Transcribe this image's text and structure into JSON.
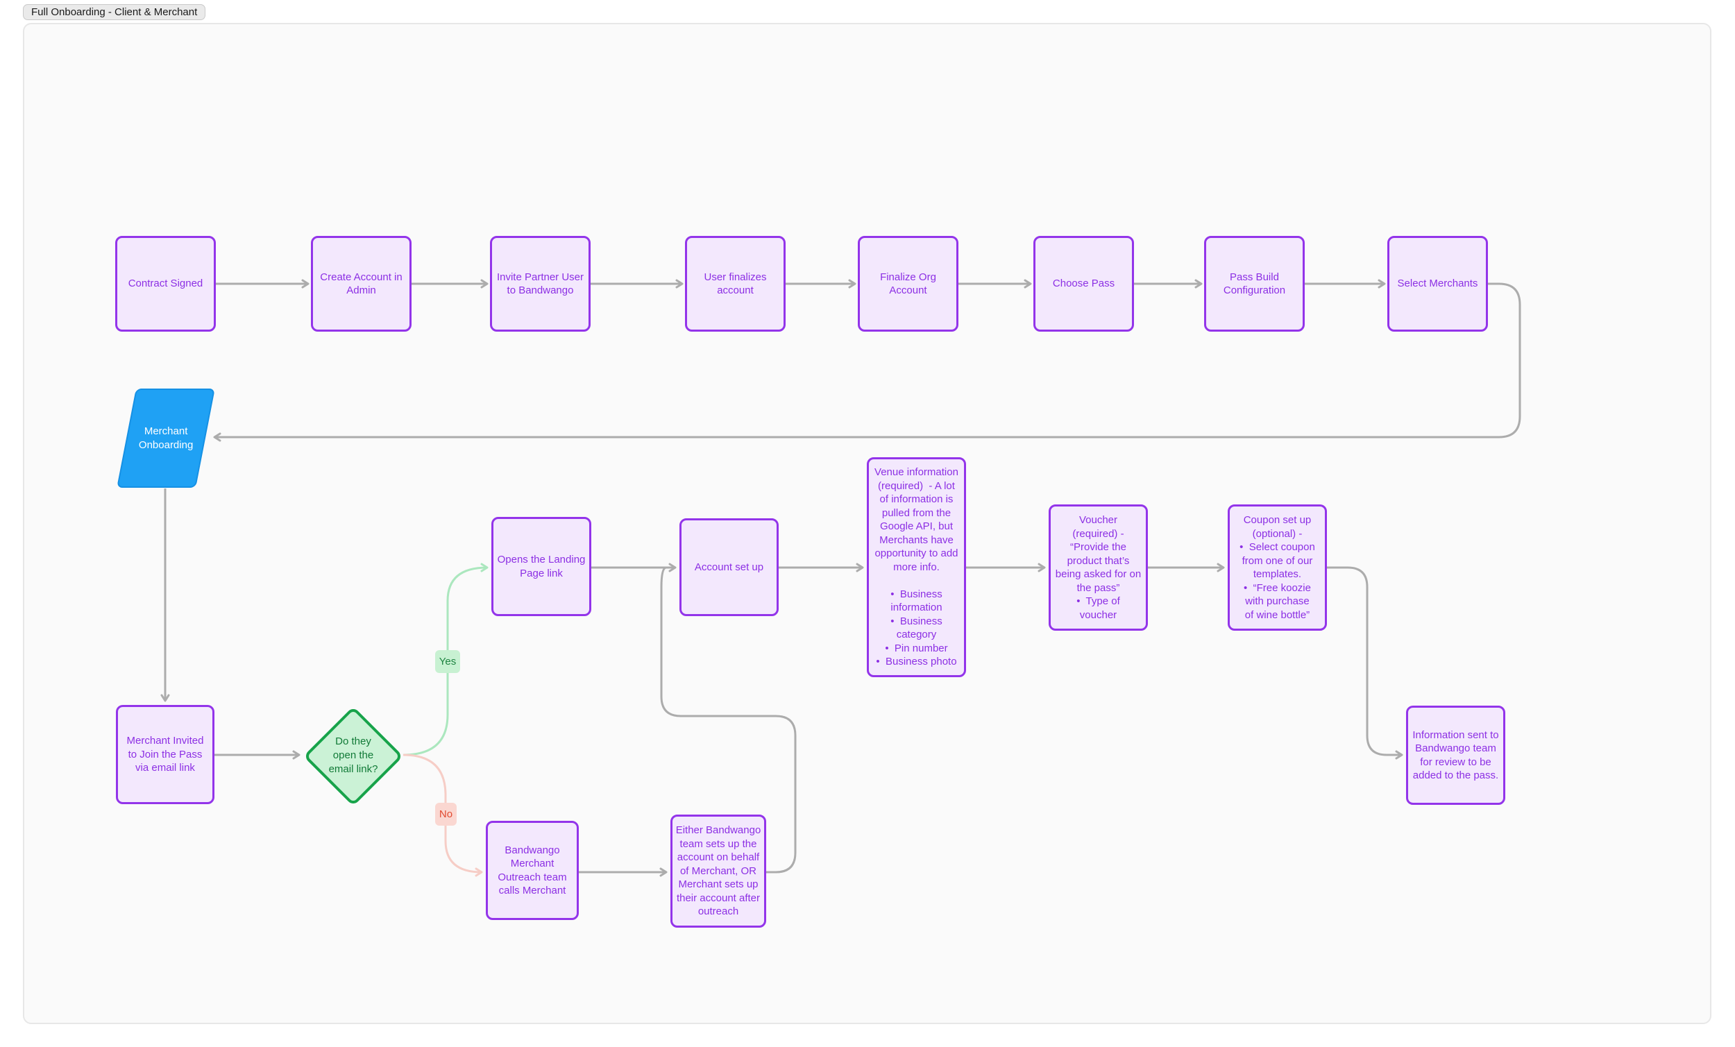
{
  "title": "Full Onboarding - Client & Merchant",
  "colors": {
    "canvas_bg": "#fafafa",
    "purple_fill": "#f3e8fd",
    "purple_border": "#9334ea",
    "purple_text": "#8c2fe4",
    "blue_fill": "#1fa1f4",
    "green_border": "#17a34a",
    "green_fill": "#cbf2d6",
    "green_text": "#117a37",
    "yes_badge_bg": "#c8f1d2",
    "yes_badge_text": "#1f8441",
    "no_badge_bg": "#fad7d1",
    "no_badge_text": "#e14b31",
    "connector_gray": "#acacac",
    "connector_green": "#abe7be",
    "connector_red": "#f6cdc6"
  },
  "nodes": {
    "contract_signed": {
      "label": "Contract Signed"
    },
    "create_account": {
      "label": "Create Account in\nAdmin"
    },
    "invite_partner": {
      "label": "Invite Partner User\nto Bandwango"
    },
    "user_finalizes": {
      "label": "User finalizes\naccount"
    },
    "finalize_org": {
      "label": "Finalize Org\nAccount"
    },
    "choose_pass": {
      "label": "Choose Pass"
    },
    "pass_build": {
      "label": "Pass Build\nConfiguration"
    },
    "select_merchants": {
      "label": "Select Merchants"
    },
    "merchant_onboarding": {
      "label": "Merchant\nOnboarding"
    },
    "merchant_invited": {
      "label": "Merchant Invited\nto Join the Pass\nvia email link"
    },
    "decision_open_email": {
      "label": "Do they\nopen the\nemail link?"
    },
    "yes_label": "Yes",
    "no_label": "No",
    "opens_landing": {
      "label": "Opens the Landing\nPage link"
    },
    "account_setup": {
      "label": "Account set up"
    },
    "outreach_calls": {
      "label": "Bandwango\nMerchant\nOutreach team\ncalls Merchant"
    },
    "either_setup": {
      "label": "Either Bandwango\nteam sets up the\naccount on behalf\nof Merchant, OR\nMerchant sets up\ntheir account after\noutreach"
    },
    "venue_info": {
      "label": "Venue information\n(required)  - A lot\nof information is\npulled from the\nGoogle API, but\nMerchants have\nopportunity to add\nmore info.\n\n•  Business\ninformation\n•  Business\ncategory\n•  Pin number\n•  Business photo"
    },
    "voucher": {
      "label": "Voucher\n(required) -\n“Provide the\nproduct that’s\nbeing asked for on\nthe pass”\n•  Type of\nvoucher"
    },
    "coupon": {
      "label": "Coupon set up\n(optional) -\n•  Select coupon\nfrom one of our\ntemplates.\n•  “Free koozie\nwith purchase\nof wine bottle”"
    },
    "info_sent": {
      "label": "Information sent to\nBandwango team\nfor review to be\nadded to the pass."
    }
  }
}
